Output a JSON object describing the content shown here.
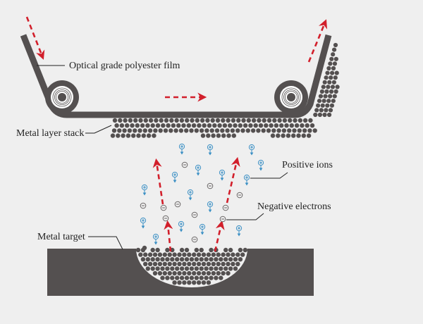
{
  "labels": {
    "film": "Optical grade polyester film",
    "stack": "Metal layer stack",
    "ions": "Positive ions",
    "electrons": "Negative electrons",
    "target": "Metal target"
  },
  "colors": {
    "background": "#efefef",
    "metal": "#545050",
    "arrow": "#d21f2b",
    "ion": "#3a8fc4",
    "electron": "#6a6666"
  },
  "icons": {
    "ion": "plus-circle-icon",
    "electron": "minus-circle-icon",
    "arrow": "dashed-arrow-icon"
  }
}
